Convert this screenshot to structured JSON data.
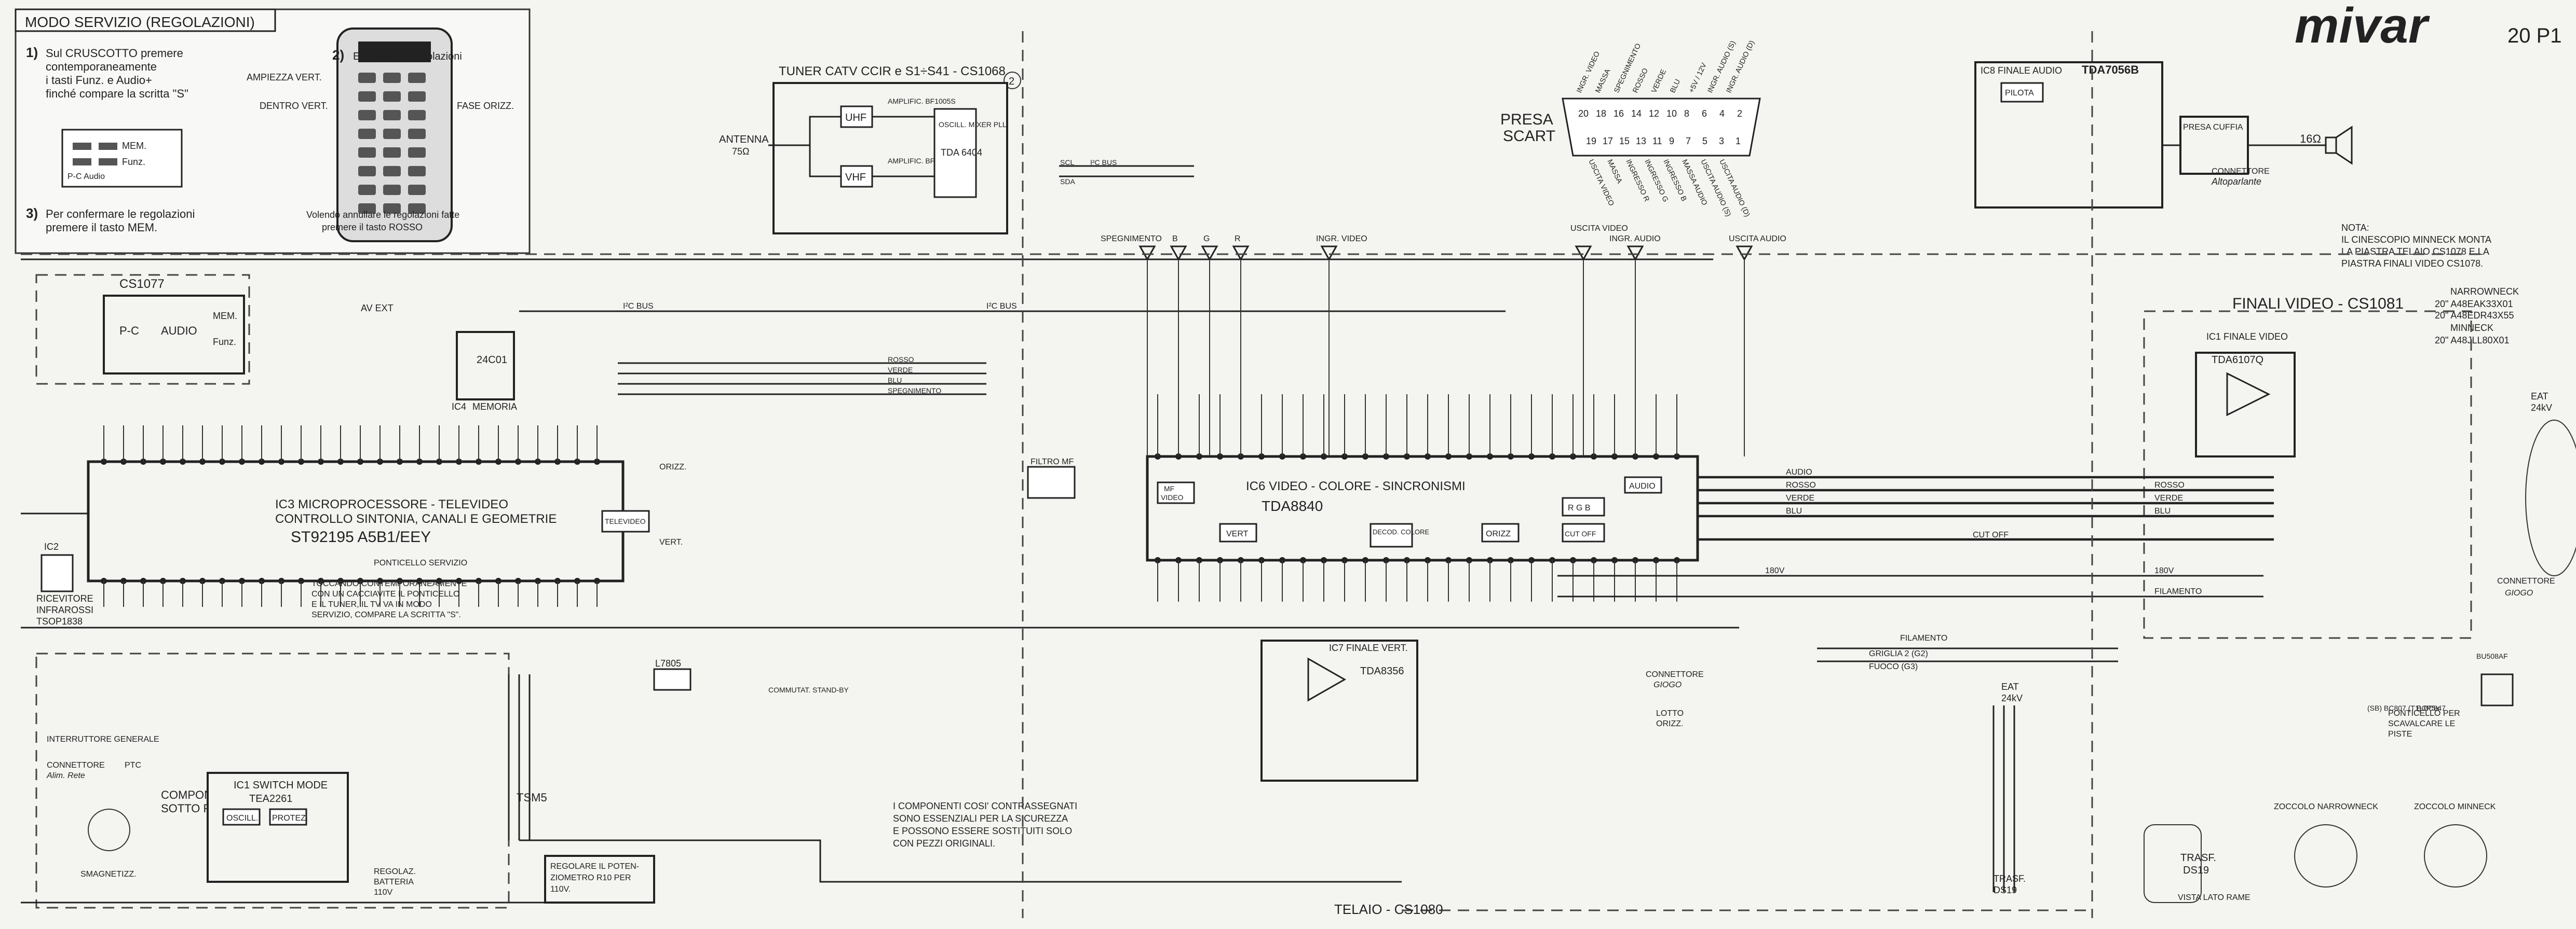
{
  "header": {
    "brand": "mivar",
    "model": "20 P1"
  },
  "service_mode": {
    "title": "MODO SERVIZIO (REGOLAZIONI)",
    "step1_num": "1)",
    "step1_a": "Sul CRUSCOTTO premere",
    "step1_b": "contemporaneamente",
    "step1_c": "i tasti Funz. e Audio+",
    "step1_d": "finché compare la scritta \"S\"",
    "step2_num": "2)",
    "step2": "Effettuare le regolazioni",
    "amp_vert": "AMPIEZZA VERT.",
    "centro_vert": "DENTRO VERT.",
    "fase_orizz": "FASE ORIZZ.",
    "step3_num": "3)",
    "step3_a": "Per confermare le regolazioni",
    "step3_b": "premere il tasto MEM.",
    "cancel_a": "Volendo annullare le regolazioni fatte",
    "cancel_b": "premere il tasto ROSSO",
    "key_mem": "MEM.",
    "key_audio": "P-C Audio",
    "key_funz": "Funz."
  },
  "tuner": {
    "title": "TUNER CATV CCIR e S1÷S41 - CS1068",
    "num": "2",
    "antenna": "ANTENNA",
    "ohm": "75Ω",
    "uhf": "UHF",
    "vhf": "VHF",
    "ic_osc": "OSCILL. MIXER PLL",
    "ic_tda": "TDA 6404",
    "amp1": "AMPLIFIC. BF1005S",
    "amp2": "AMPLIFIC. BF1005S"
  },
  "scart": {
    "title_a": "PRESA",
    "title_b": "SCART",
    "top_pins": [
      "20",
      "18",
      "16",
      "14",
      "12",
      "10",
      "8",
      "6",
      "4",
      "2"
    ],
    "bottom_pins": [
      "19",
      "17",
      "15",
      "13",
      "11",
      "9",
      "7",
      "5",
      "3",
      "1"
    ],
    "top_labels": [
      "INGR. VIDEO",
      "MASSA",
      "SPEGNIMENTO",
      "ROSSO",
      "VERDE",
      "BLU",
      "+5V / 12V",
      "INGR. AUDIO (S)",
      "INGR. AUDIO (D)"
    ],
    "bottom_labels": [
      "USCITA VIDEO",
      "MASSA",
      "INGRESSO R",
      "INGRESSO G",
      "INGRESSO B",
      "MASSA AUDIO",
      "USCITA AUDIO (S)",
      "USCITA AUDIO (D)"
    ]
  },
  "audio_final": {
    "title": "IC8 FINALE AUDIO",
    "chip": "TDA7056B",
    "pilota": "PILOTA",
    "presa_cuffia": "PRESA CUFFIA",
    "connector": "CONNETTORE",
    "speaker": "Altoparlante",
    "ohm": "16Ω"
  },
  "note": {
    "title": "NOTA:",
    "l1": "IL CINESCOPIO MINNECK MONTA",
    "l2": "LA PIASTRA TELAIO CS1078 E LA",
    "l3": "PIASTRA FINALI VIDEO CS1078."
  },
  "tubes": {
    "narrow_title": "NARROWNECK",
    "narrow_1": "20\" A48EAK33X01",
    "narrow_2": "20\" A48EDR43X55",
    "mini_title": "MINNECK",
    "mini_1": "20\" A48JLL80X01"
  },
  "video_final": {
    "title": "FINALI VIDEO - CS1081",
    "ic_label": "IC1 FINALE VIDEO",
    "chip": "TDA6107Q",
    "eat": "EAT",
    "eat_v": "24kV",
    "connector": "CONNETTORE",
    "connector_b": "GIOGO"
  },
  "cs1077": {
    "title": "CS1077",
    "pc": "P-C",
    "audio": "AUDIO",
    "mem": "MEM.",
    "funz": "Funz.",
    "av_ext": "AV EXT",
    "ic4": "IC4",
    "memoria": "MEMORIA",
    "ic4_chip": "24C01"
  },
  "ic3": {
    "l1": "IC3 MICROPROCESSORE - TELEVIDEO",
    "l2": "CONTROLLO SINTONIA, CANALI E GEOMETRIE",
    "l3": "ST92195 A5B1/EEY",
    "televideo": "TELEVIDEO"
  },
  "ic6": {
    "title": "IC6 VIDEO - COLORE - SINCRONISMI",
    "chip": "TDA8840",
    "vert": "VERT",
    "decod": "DECOD. COLORE",
    "orizz": "ORIZZ",
    "rgb": "R G B",
    "audio": "AUDIO",
    "cut_off": "CUT OFF",
    "filtro": "FILTRO MF",
    "video": "VIDEO",
    "mf": "MF"
  },
  "signals": {
    "spegnimento": "SPEGNIMENTO",
    "b": "B",
    "g": "G",
    "r": "R",
    "ingr_video": "INGR. VIDEO",
    "uscita_video": "USCITA VIDEO",
    "ingr_audio": "INGR. AUDIO",
    "uscita_audio": "USCITA AUDIO",
    "rosso": "ROSSO",
    "verde": "VERDE",
    "blu": "BLU",
    "audio": "AUDIO",
    "cut_off": "CUT OFF",
    "i2c": "I²C BUS",
    "scl": "SCL",
    "sda": "SDA",
    "filamento": "FILAMENTO",
    "grid": "GRIGLIA 2 (G2)",
    "fuoco": "FUOCO (G3)",
    "v180": "180V",
    "orizz": "ORIZZ.",
    "vert": "VERT."
  },
  "left_bottom": {
    "ricevitore_a": "IC2",
    "ricevitore_b": "RICEVITORE",
    "ricevitore_c": "INFRAROSSI",
    "ricevitore_d": "TSOP1838",
    "ponticello": "PONTICELLO SERVIZIO",
    "toccando_1": "TOCCANDO CONTEMPORANEAMENTE",
    "toccando_2": "CON UN CACCIAVITE IL PONTICELLO",
    "toccando_3": "E IL TUNER, IL TV VA IN MODO",
    "toccando_4": "SERVIZIO, COMPARE LA SCRITTA \"S\".",
    "interruttore": "INTERRUTTORE GENERALE",
    "connettore": "CONNETTORE",
    "alim": "Alim. Rete",
    "componenti_a": "COMPONENTI",
    "componenti_b": "SOTTO RETE",
    "smagnet": "SMAGNETIZZ.",
    "ic1_a": "IC1 SWITCH MODE",
    "ic1_b": "TEA2261",
    "oscill": "OSCILL.",
    "protez": "PROTEZ.",
    "regolaz_a": "REGOLAZ.",
    "regolaz_b": "BATTERIA",
    "regolaz_c": "110V",
    "l7805": "L7805",
    "tsm": "TSM5",
    "commut": "COMMUTAT. STAND-BY",
    "regolare_1": "REGOLARE IL POTEN-",
    "regolare_2": "ZIOMETRO R10 PER",
    "regolare_3": "110V.",
    "ptc": "PTC"
  },
  "ic7": {
    "title": "IC7 FINALE VERT.",
    "chip": "TDA8356",
    "connettore": "CONNETTORE",
    "giogo": "GIOGO",
    "lotto": "LOTTO",
    "orizz": "ORIZZ."
  },
  "warning": {
    "l1": "I COMPONENTI COSI' CONTRASSEGNATI",
    "l2": "SONO ESSENZIALI PER LA SICUREZZA",
    "l3": "E POSSONO ESSERE SOSTITUITI SOLO",
    "l4": "CON PEZZI ORIGINALI."
  },
  "eat": {
    "eat": "EAT",
    "kv": "24kV",
    "trasf_a": "TRASF.",
    "trasf_b": "DS19",
    "vista": "VISTA LATO RAME",
    "ponticello_a": "PONTICELLO PER",
    "ponticello_b": "SCAVALCARE LE",
    "ponticello_c": "PISTE"
  },
  "sockets": {
    "narrow": "ZOCCOLO NARROWNECK",
    "mini": "ZOCCOLO MINNECK",
    "t1": "(SB) BC807 (T1) BC847",
    "t2": "BCP5x",
    "t3": "BU508AF"
  },
  "footer": {
    "telaio": "TELAIO - CS1080"
  }
}
